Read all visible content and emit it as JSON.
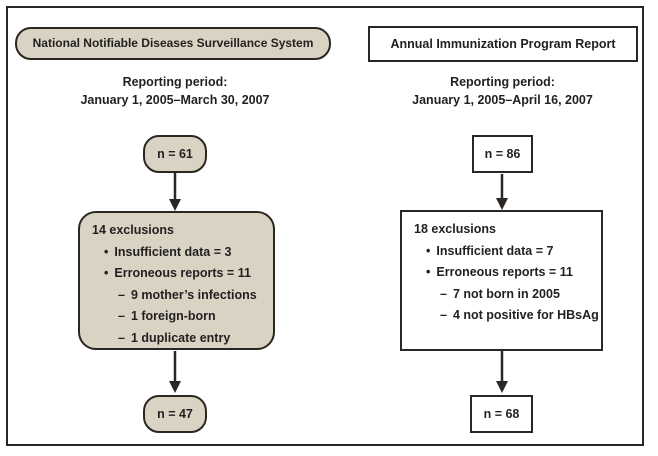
{
  "palette": {
    "ink": "#2b2622",
    "text": "#231f20",
    "tan": "#d9d3c3",
    "white": "#ffffff"
  },
  "left_column": {
    "source_title": "National Notifiable Diseases Surveillance System",
    "reporting_label": "Reporting period:",
    "reporting_range": "January 1, 2005–March 30, 2007",
    "n_initial": "n = 61",
    "exclusions_title": "14 exclusions",
    "exclusion_items": [
      {
        "marker": "•",
        "text": "Insufficient data = 3"
      },
      {
        "marker": "•",
        "text": "Erroneous reports = 11"
      },
      {
        "marker": "–",
        "text": "9 mother’s infections"
      },
      {
        "marker": "–",
        "text": "1 foreign-born"
      },
      {
        "marker": "–",
        "text": "1 duplicate entry"
      }
    ],
    "n_final": "n = 47"
  },
  "right_column": {
    "source_title": "Annual Immunization Program Report",
    "reporting_label": "Reporting period:",
    "reporting_range": "January 1, 2005–April 16, 2007",
    "n_initial": "n = 86",
    "exclusions_title": "18 exclusions",
    "exclusion_items": [
      {
        "marker": "•",
        "text": "Insufficient data = 7"
      },
      {
        "marker": "•",
        "text": "Erroneous reports = 11"
      },
      {
        "marker": "–",
        "text": "7 not born in 2005"
      },
      {
        "marker": "–",
        "text": "4 not positive for HBsAg"
      }
    ],
    "n_final": "n = 68"
  }
}
